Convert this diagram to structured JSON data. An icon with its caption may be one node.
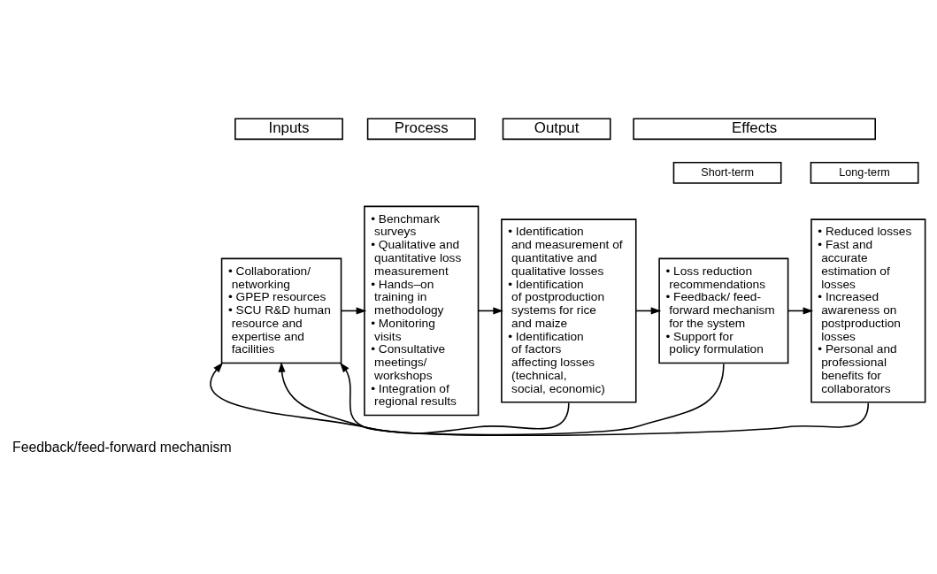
{
  "diagram": {
    "nodes": [
      {
        "text": [
          "Inputs"
        ]
      },
      {
        "text": [
          "Process"
        ]
      },
      {
        "text": [
          "Output"
        ]
      },
      {
        "text": [
          "Effects"
        ]
      },
      {
        "text": [
          "Short-term"
        ]
      },
      {
        "text": [
          "Long-term"
        ]
      },
      {
        "text": [
          "• Collaboration/ networking",
          "• GPEP resources",
          "• SCU R&D human resource and expertise and facilities"
        ]
      },
      {
        "text": [
          "• Benchmark surveys",
          "• Qualitative and quantitative loss measurement",
          "• Hands–on training in methodology",
          "• Monitoring visits",
          "• Consultative meetings/ workshops",
          "• Integration of regional results"
        ]
      },
      {
        "text": [
          "• Identification and measurement of quantitative and qualitative losses",
          "• Identification of postproduction systems for rice and maize",
          "• Identification of factors affecting losses (technical, social, economic)"
        ]
      },
      {
        "text": [
          "• Loss reduction recommendations",
          "• Feedback/ feed-forward mechanism for the system",
          "• Support for policy formulation"
        ]
      },
      {
        "text": [
          "• Reduced losses",
          "• Fast and accurate estimation of losses",
          "• Increased awareness on postproduction losses",
          "• Personal and professional benefits for collaborators"
        ]
      }
    ],
    "edges": [
      {
        "from": 6,
        "to": 7,
        "arrow": "to"
      },
      {
        "from": 7,
        "to": 8,
        "arrow": "to"
      },
      {
        "from": 8,
        "to": 9,
        "arrow": "to"
      },
      {
        "from": 9,
        "to": 10,
        "arrow": "to"
      },
      {
        "from": 8,
        "to": 6,
        "arrow": "to",
        "label": "Feedback/feed-forward mechanism"
      },
      {
        "from": 9,
        "to": 6,
        "arrow": "to"
      },
      {
        "from": 10,
        "to": 6,
        "arrow": "to"
      }
    ]
  }
}
